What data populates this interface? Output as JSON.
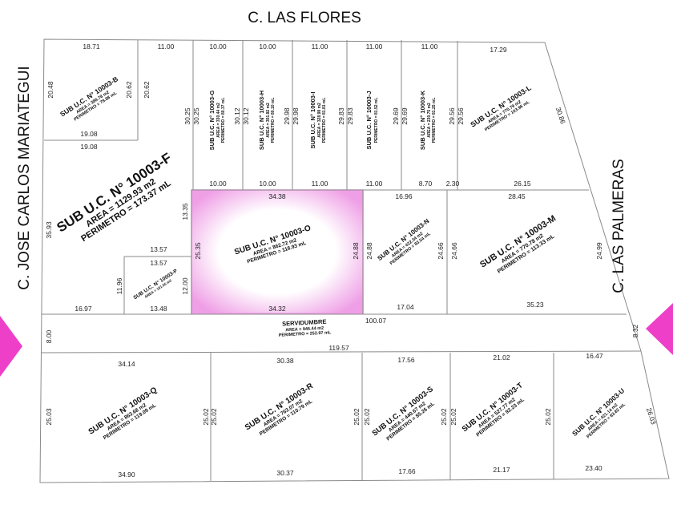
{
  "colors": {
    "highlight": "#ef9fe6",
    "arrow": "#ee3fc9",
    "line": "#8a8a8a"
  },
  "streets": {
    "top": "C. LAS FLORES",
    "left": "C. JOSE CARLOS MARIATEGUI",
    "right": "C. LAS PALMERAS"
  },
  "lots": [
    {
      "title": "SUB U.C. N° 10003-B",
      "details": [
        "AREA = 388.78 m2",
        "PERIMETRO = 78.88 mL"
      ]
    },
    {
      "title": "SUB U.C. N° 10003-G",
      "details": [
        "AREA = 330.44 m2",
        "PERIMETRO = 80.37 mL"
      ]
    },
    {
      "title": "SUB U.C. N° 10003-H",
      "details": [
        "AREA = 301.92 m2",
        "PERIMETRO = 80.10 mL"
      ]
    },
    {
      "title": "SUB U.C. N° 10003-I",
      "details": [
        "AREA = 328.98 m2",
        "PERIMETRO = 81.81 mL"
      ]
    },
    {
      "title": "SUB U.C. N° 10003-J",
      "details": [
        "PERIMETRO = 81.52 mL"
      ]
    },
    {
      "title": "SUB U.C. N° 10003-K",
      "details": [
        "AREA = 230.75 m2",
        "PERIMETRO = 81.25 mL"
      ]
    },
    {
      "title": "SUB U.C. N° 10003-L",
      "details": [
        "AREA = 770.79 m2",
        "PERIMETRO = 103.96 mL"
      ]
    },
    {
      "title": "SUB U.C. N° 10003-F",
      "details": [
        "AREA = 1129.93 m2",
        "PERIMETRO = 173.37 mL"
      ]
    },
    {
      "title": "SUB U.C. N° 10003-O",
      "details": [
        "AREA = 862.72 m2",
        "PERIMETRO = 118.93 mL"
      ]
    },
    {
      "title": "SUB U.C. N° 10003-P",
      "details": [
        "AREA = 161.55 m2"
      ]
    },
    {
      "title": "SUB U.C. N° 10003-N",
      "details": [
        "AREA = 422.34 m2",
        "PERIMETRO = 83.54 mL"
      ]
    },
    {
      "title": "SUB U.C. N° 10003-M",
      "details": [
        "AREA = 770.78 m2",
        "PERIMETRO = 113.33 mL"
      ]
    },
    {
      "title": "SERVIDUMBRE",
      "details": [
        "AREA = 946.44 m2",
        "PERIMETRO = 252.97 mL"
      ]
    },
    {
      "title": "SUB U.C. N° 10003-Q",
      "details": [
        "AREA = 863.68 m2",
        "PERIMETRO = 119.09 mL"
      ]
    },
    {
      "title": "SUB U.C. N° 10003-R",
      "details": [
        "AREA = 763.07 m2",
        "PERIMETRO = 110.79 mL"
      ]
    },
    {
      "title": "SUB U.C. N° 10003-S",
      "details": [
        "AREA = 440.67 m2",
        "PERIMETRO = 85.26 mL"
      ]
    },
    {
      "title": "SUB U.C. N° 10003-T",
      "details": [
        "AREA = 527.77 m2",
        "PERIMETRO = 92.23 mL"
      ]
    },
    {
      "title": "SUB U.C. N° 10003-U",
      "details": [
        "AREA = 421.14 m2",
        "PERIMETRO = 83.82 mL"
      ]
    }
  ],
  "measurements": [
    "18.71",
    "11.00",
    "10.00",
    "10.00",
    "11.00",
    "11.00",
    "11.00",
    "17.29",
    "20.48",
    "20.62",
    "20.62",
    "19.08",
    "19.08",
    "30.25",
    "30.25",
    "30.12",
    "30.12",
    "29.98",
    "29.98",
    "29.83",
    "29.83",
    "29.69",
    "29.69",
    "29.56",
    "29.56",
    "30.86",
    "10.00",
    "10.00",
    "11.00",
    "11.00",
    "8.70",
    "2.30",
    "26.15",
    "35.93",
    "13.35",
    "34.38",
    "16.96",
    "28.45",
    "25.35",
    "24.88",
    "24.88",
    "24.66",
    "24.66",
    "24.99",
    "13.57",
    "13.57",
    "11.96",
    "12.00",
    "16.97",
    "13.48",
    "34.32",
    "17.04",
    "35.23",
    "100.07",
    "8.00",
    "8.32",
    "119.57",
    "34.14",
    "30.38",
    "17.56",
    "21.02",
    "16.47",
    "25.03",
    "25.02",
    "25.02",
    "25.02",
    "25.02",
    "25.02",
    "25.02",
    "25.02",
    "26.03",
    "34.90",
    "30.37",
    "17.66",
    "21.17",
    "23.40"
  ]
}
